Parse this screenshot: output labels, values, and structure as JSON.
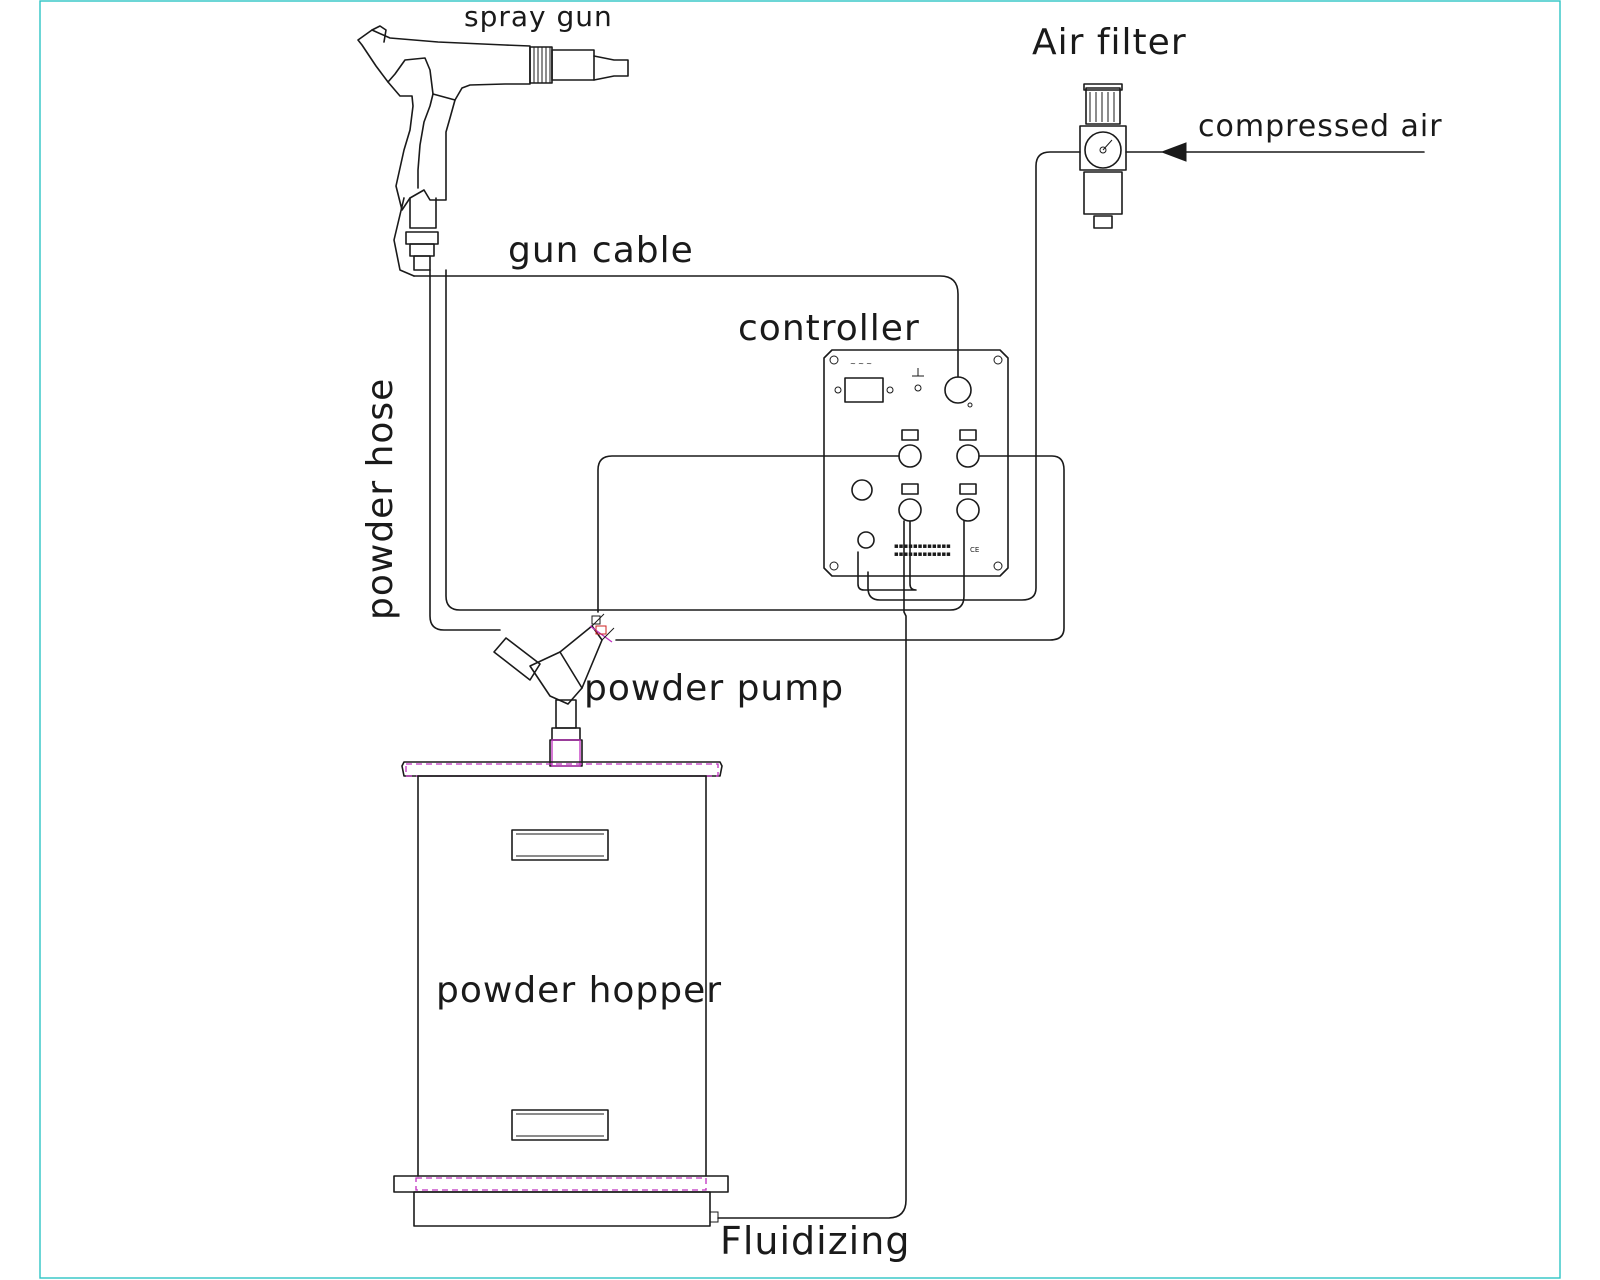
{
  "frame": {
    "border_color": "#2ec4c4"
  },
  "labels": {
    "spray_gun": "spray gun",
    "air_filter": "Air filter",
    "compressed_air": "compressed air",
    "gun_cable": "gun cable",
    "controller": "controller",
    "powder_hose": "powder hose",
    "powder_pump": "powder pump",
    "powder_hopper": "powder hopper",
    "fluidizing": "Fluidizing"
  },
  "controller_panel": {
    "ce_mark": "CE"
  },
  "colors": {
    "line": "#1a1a1a",
    "dashed_accent": "#c030c0",
    "pump_accent": "#cc2222"
  }
}
